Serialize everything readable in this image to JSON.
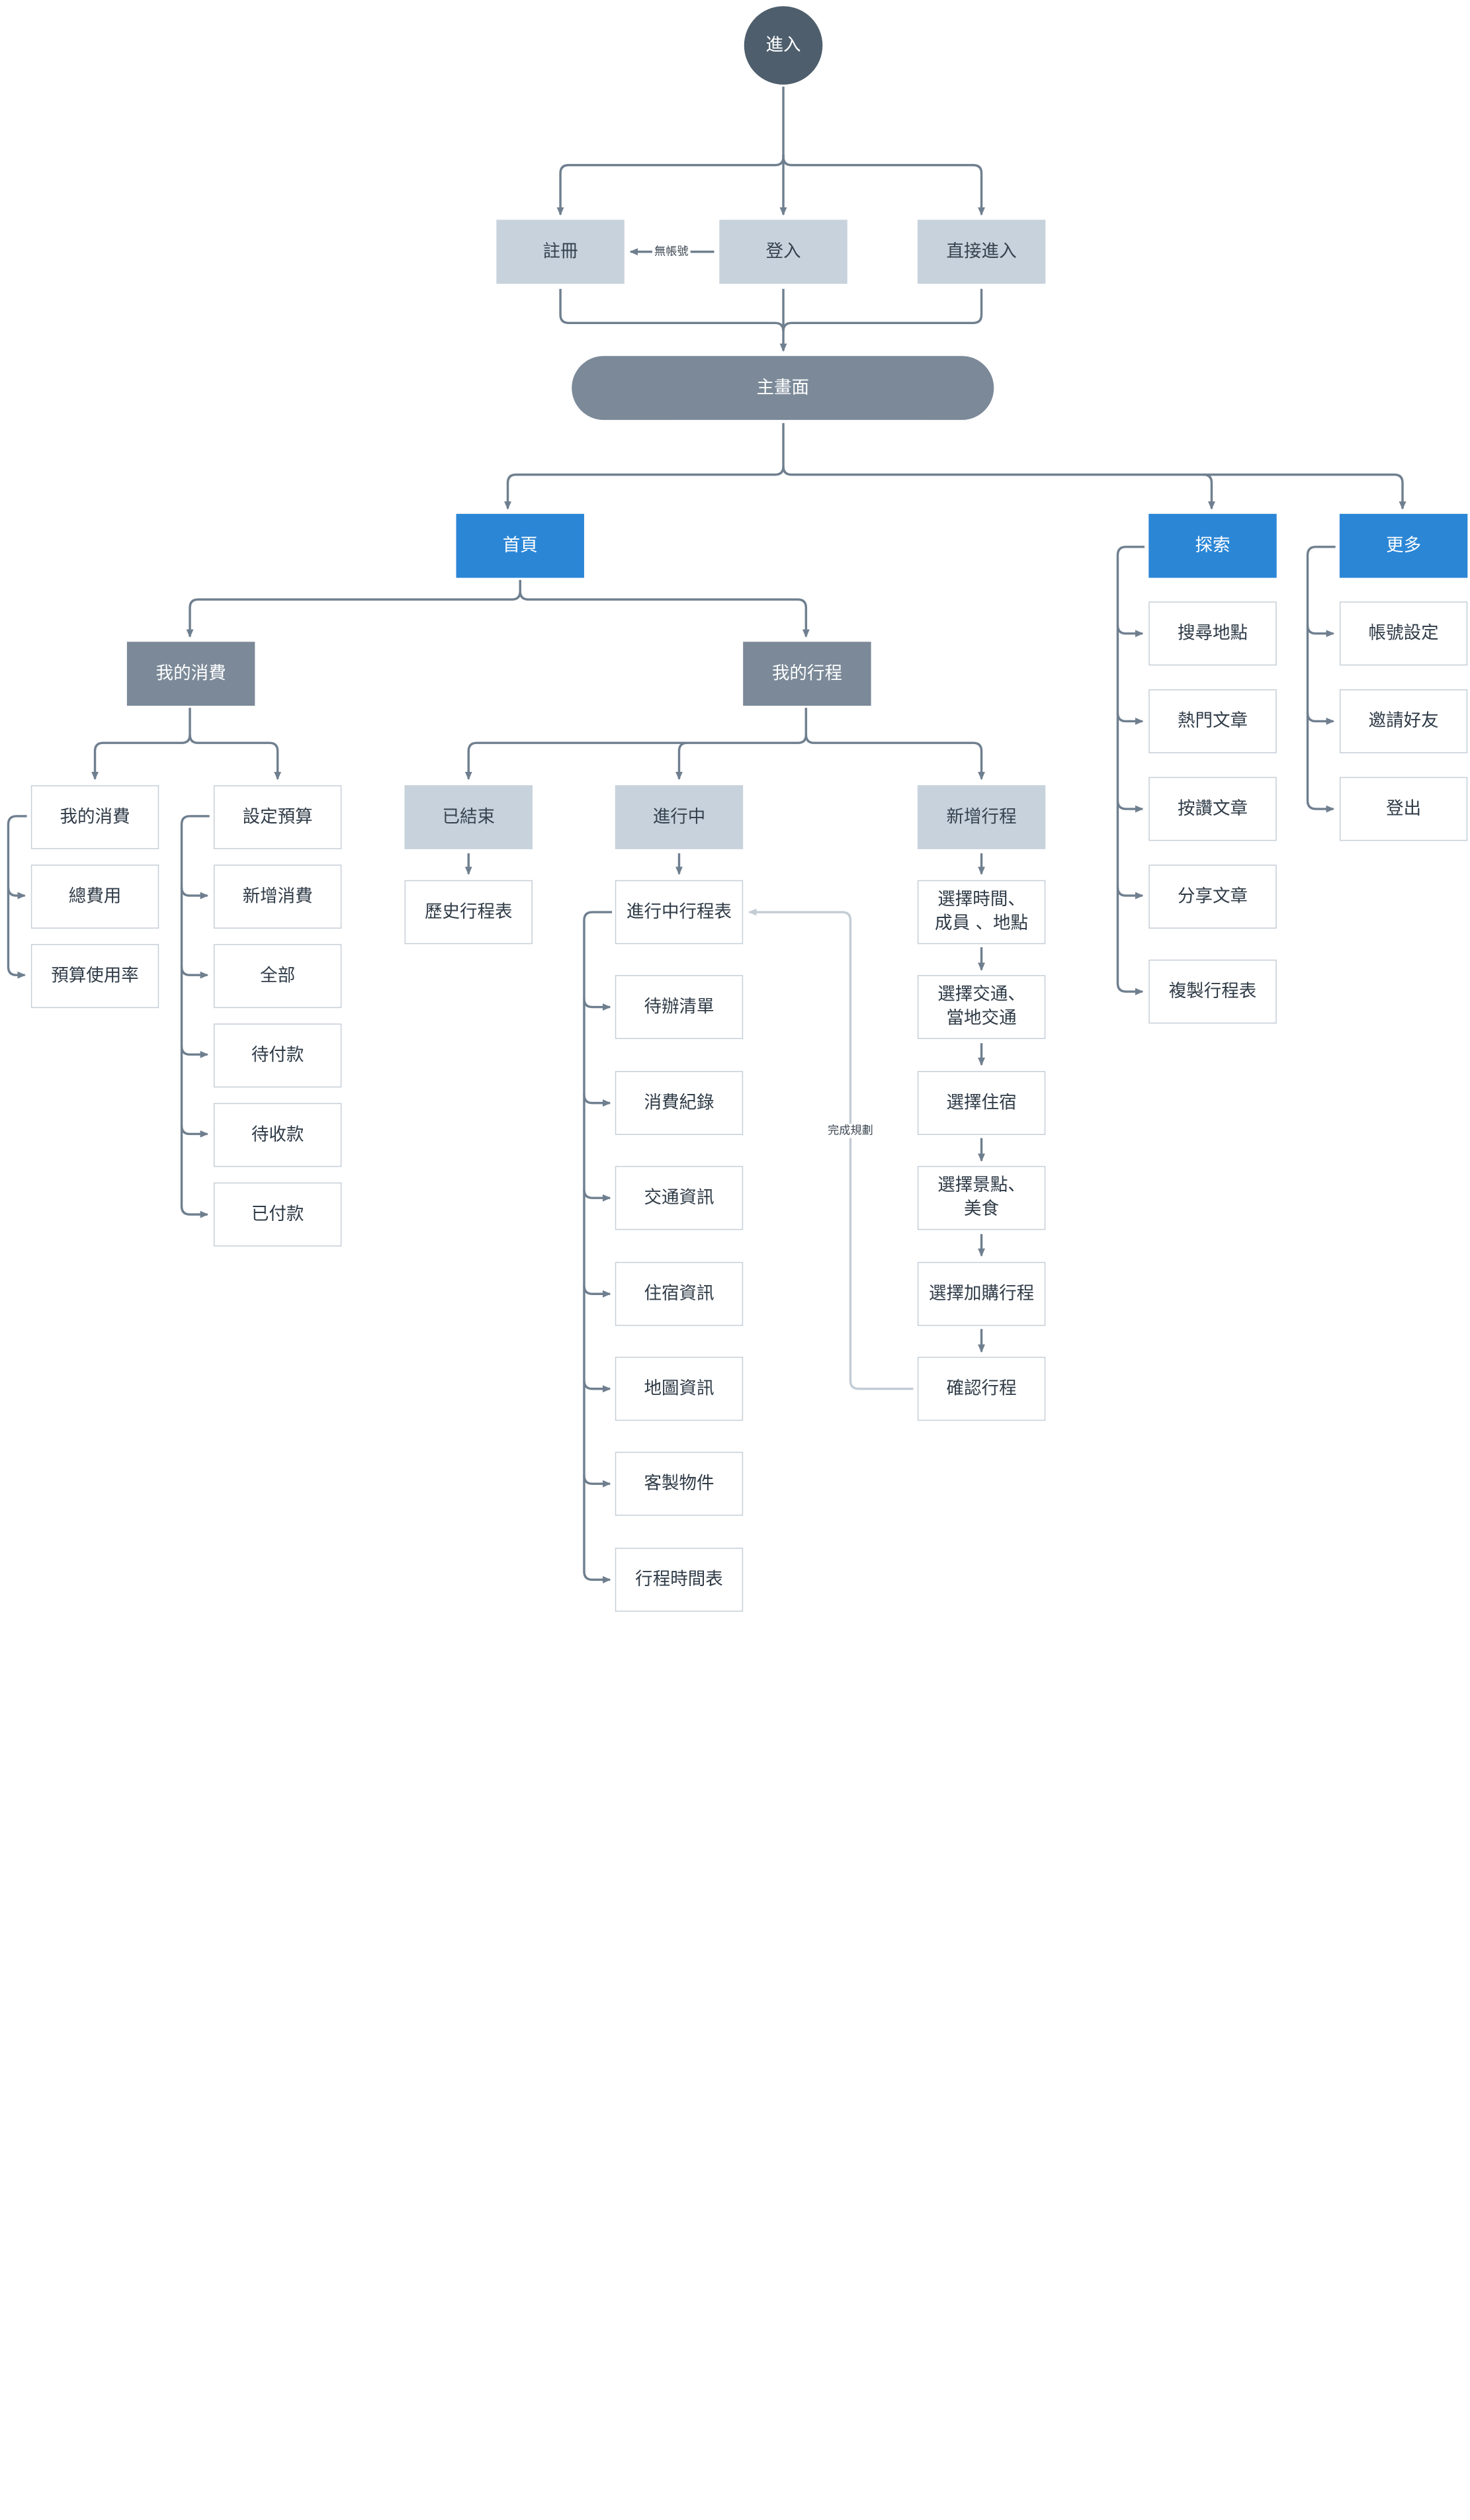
{
  "nodes": {
    "enter": "進入",
    "register": "註冊",
    "login": "登入",
    "direct_enter": "直接進入",
    "main_screen": "主畫面",
    "home": "首頁",
    "explore": "探索",
    "more": "更多",
    "my_spending": "我的消費",
    "my_trips": "我的行程",
    "spending_mine": "我的消費",
    "total_cost": "總費用",
    "budget_usage": "預算使用率",
    "set_budget": "設定預算",
    "add_expense": "新增消費",
    "all": "全部",
    "to_pay": "待付款",
    "to_receive": "待收款",
    "paid": "已付款",
    "ended": "已結束",
    "in_progress": "進行中",
    "new_trip": "新增行程",
    "history_schedule": "歷史行程表",
    "ongoing_schedule": "進行中行程表",
    "todo_list": "待辦清單",
    "expense_record": "消費紀錄",
    "transport_info": "交通資訊",
    "lodging_info": "住宿資訊",
    "map_info": "地圖資訊",
    "custom_items": "客製物件",
    "timetable": "行程時間表",
    "choose_time": "選擇時間、\n成員 、地點",
    "choose_transport": "選擇交通、\n當地交通",
    "choose_lodging": "選擇住宿",
    "choose_spots": "選擇景點、\n美食",
    "choose_addons": "選擇加購行程",
    "confirm_trip": "確認行程",
    "search_places": "搜尋地點",
    "hot_articles": "熱門文章",
    "liked_articles": "按讚文章",
    "share_articles": "分享文章",
    "copy_schedule": "複製行程表",
    "account_settings": "帳號設定",
    "invite_friends": "邀請好友",
    "logout": "登出"
  },
  "edge_labels": {
    "no_account": "無帳號",
    "planning_done": "完成規劃"
  },
  "colors": {
    "edge": "#6f7f8f",
    "edge_light": "#c3ccd5",
    "blue": "#2b86d6",
    "slate": "#7b8998",
    "grey": "#c7d2dc",
    "dark": "#4e5e6c"
  }
}
